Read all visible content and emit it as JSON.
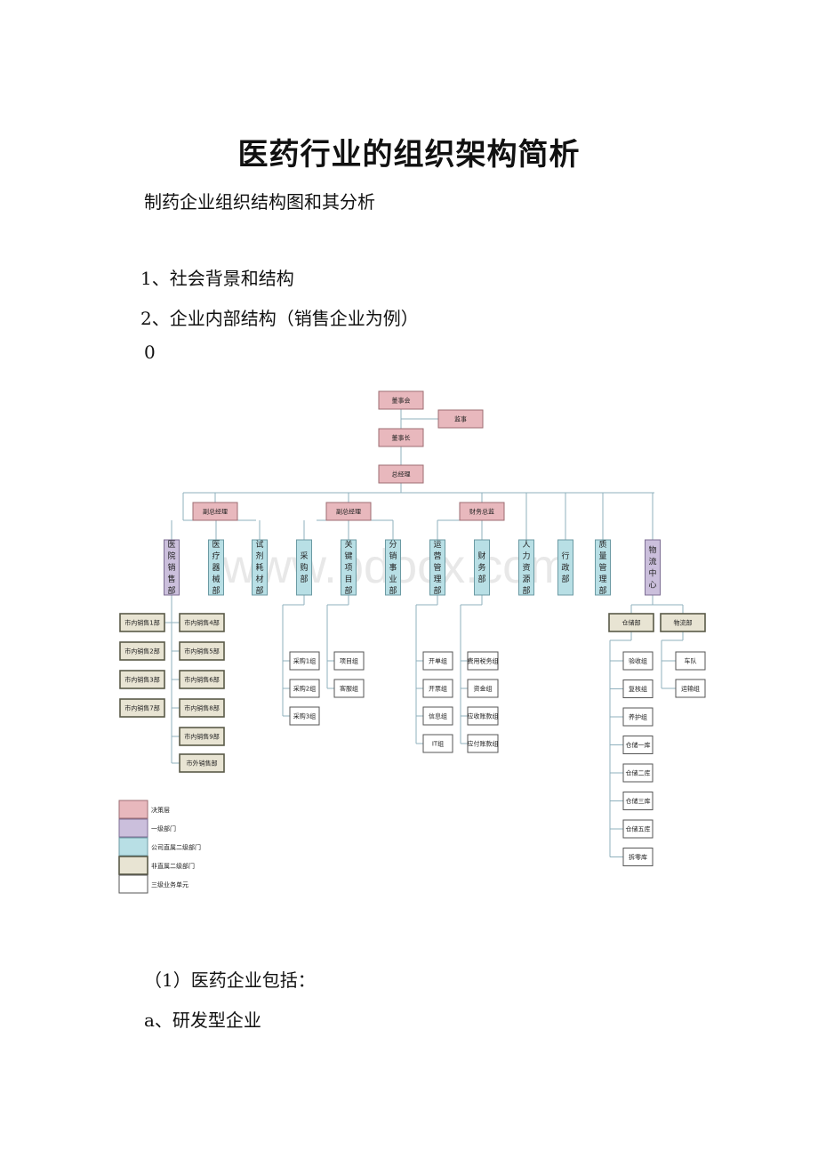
{
  "document": {
    "title": "医药行业的组织架构简析",
    "subtitle": "制药企业组织结构图和其分析",
    "items": [
      "1、社会背景和结构",
      "2、企业内部结构（销售企业为例）"
    ],
    "zero": "0",
    "after_chart": [
      "（1）医药企业包括：",
      "a、研发型企业"
    ]
  },
  "org_chart": {
    "watermark": "www.bdocx.com",
    "colors": {
      "decision": "#e8b8bd",
      "level1": "#cbbfdc",
      "direct_level2": "#b8dfe5",
      "indirect_level2": "#e8e4d3",
      "level3": "#ffffff"
    },
    "top": {
      "board": "董事会",
      "supervisor": "监事",
      "chairman": "董事长",
      "gm": "总经理"
    },
    "vice": [
      "副总经理",
      "副总经理",
      "财务总监"
    ],
    "departments": [
      "医院销售部",
      "医疗器械部",
      "试剂耗材部",
      "采购部",
      "关键项目部",
      "分销事业部",
      "运营管理部",
      "财务部",
      "人力资源部",
      "行政部",
      "质量管理部",
      "物流中心"
    ],
    "city_sales_left": [
      "市内销售1部",
      "市内销售2部",
      "市内销售3部",
      "市内销售7部"
    ],
    "city_sales_right": [
      "市内销售4部",
      "市内销售5部",
      "市内销售6部",
      "市内销售8部",
      "市内销售9部",
      "市外销售部"
    ],
    "purchase_groups": [
      "采购1组",
      "采购2组",
      "采购3组"
    ],
    "project_groups": [
      "项目组",
      "客服组"
    ],
    "ops_groups": [
      "开单组",
      "开票组",
      "信息组",
      "IT组"
    ],
    "finance_groups": [
      "费用税务组",
      "资金组",
      "应收账款组",
      "应付账款组"
    ],
    "logistics": {
      "warehouse": "仓储部",
      "transport": "物流部"
    },
    "warehouse_groups": [
      "验收组",
      "复核组",
      "养护组",
      "仓储一库",
      "仓储二库",
      "仓储三库",
      "仓储五库",
      "拆零库"
    ],
    "transport_groups": [
      "车队",
      "运输组"
    ],
    "legend": [
      "决策层",
      "一级部门",
      "公司直属二级部门",
      "非直属二级部门",
      "三级业务单元"
    ]
  }
}
